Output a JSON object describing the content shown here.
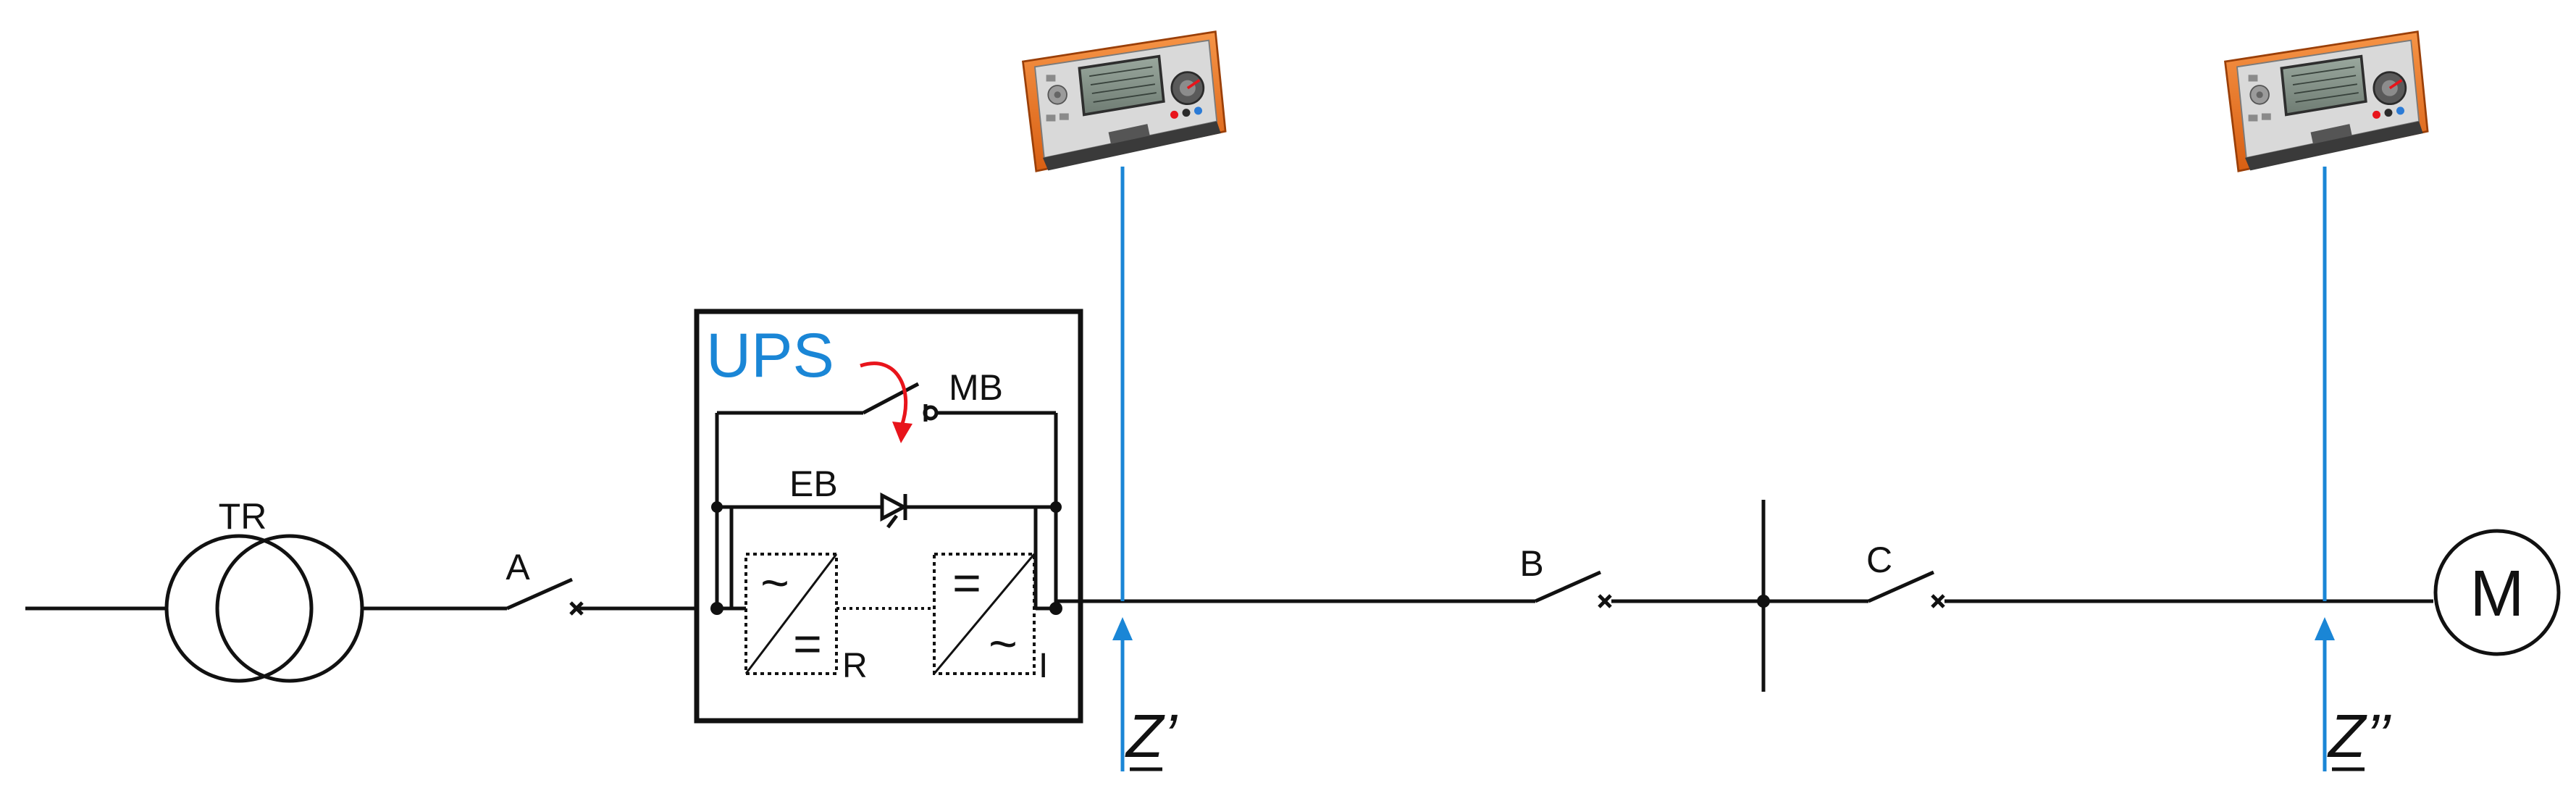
{
  "labels": {
    "transformer": "TR",
    "switch_a": "A",
    "ups_title": "UPS",
    "mb": "MB",
    "eb": "EB",
    "rectifier": "R",
    "inverter": "I",
    "switch_b": "B",
    "switch_c": "C",
    "motor": "M",
    "z1": "Z’",
    "z2": "Z’’"
  },
  "symbols": {
    "ac": "~",
    "dc": "="
  },
  "colors": {
    "line": "#111111",
    "probe": "#1a86d6",
    "ups_title": "#1a86d6",
    "bypass_arrow": "#e8141b",
    "meter_body": "#f07a25",
    "meter_dark": "#3a3a3a",
    "meter_panel": "#d9d9d9"
  },
  "meters": [
    {
      "name": "meter-1",
      "icon": "multifunction-meter-icon"
    },
    {
      "name": "meter-2",
      "icon": "multifunction-meter-icon"
    }
  ]
}
